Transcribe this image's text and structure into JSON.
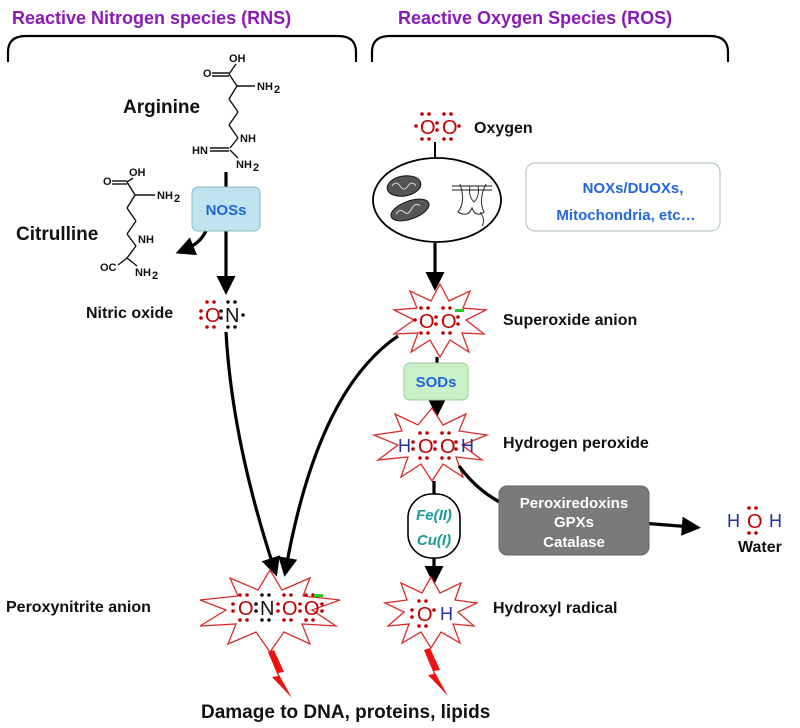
{
  "headers": {
    "rns": "Reactive Nitrogen species (RNS)",
    "ros": "Reactive Oxygen Species (ROS)"
  },
  "molecules": {
    "arginine": "Arginine",
    "citrulline": "Citrulline",
    "nitric_oxide": "Nitric oxide",
    "peroxynitrite": "Peroxynitrite anion",
    "oxygen": "Oxygen",
    "superoxide": "Superoxide anion",
    "hydrogen_peroxide": "Hydrogen peroxide",
    "hydroxyl_radical": "Hydroxyl radical",
    "water": "Water"
  },
  "enzymes": {
    "nos": "NOSs",
    "sod": "SODs",
    "noxs_line1": "NOXs/DUOXs,",
    "noxs_line2": "Mitochondria, etc…",
    "perox_line1": "Peroxiredoxins",
    "perox_line2": "GPXs",
    "perox_line3": "Catalase",
    "metal_line1": "Fe(II)",
    "metal_line2": "Cu(I)"
  },
  "chem_labels": {
    "o": "O",
    "oh": "OH",
    "nh": "NH",
    "nh2": "NH",
    "sub2": "2",
    "hn": "HN",
    "oc": "OC"
  },
  "atoms": {
    "O": "O",
    "N": "N",
    "H": "H"
  },
  "footer": "Damage to DNA, proteins, lipids",
  "colors": {
    "header": "#8a1ab8",
    "enzyme_text": "#2266dd",
    "nos_box": "#bfe3ef",
    "sod_box": "#c9f0c9",
    "perox_box": "#7a7a7a",
    "oxygen_atom": "#c00000",
    "hydrogen_atom": "#223399",
    "metal_text": "#1a9b9b",
    "burst_stroke": "#d92b2b",
    "lightning": "#ee1111"
  }
}
